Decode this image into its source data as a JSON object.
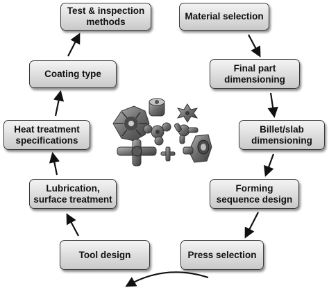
{
  "nodes": {
    "test_inspection": "Test & inspection\nmethods",
    "material_selection": "Material selection",
    "final_part": "Final part\ndimensioning",
    "billet_slab": "Billet/slab\ndimensioning",
    "forming_sequence": "Forming\nsequence design",
    "press_selection": "Press selection",
    "tool_design": "Tool design",
    "lubrication": "Lubrication,\nsurface treatment",
    "heat_treatment": "Heat treatment\nspecifications",
    "coating_type": "Coating type"
  },
  "flow_order": [
    "material_selection",
    "final_part",
    "billet_slab",
    "forming_sequence",
    "press_selection",
    "tool_design",
    "lubrication",
    "heat_treatment",
    "coating_type",
    "test_inspection"
  ],
  "center_image": "forged-metal-parts-photo",
  "colors": {
    "box_fill_top": "#f4f4f4",
    "box_fill_bottom": "#c9c9c9",
    "border": "#3a3a3a",
    "arrow": "#111111",
    "metal": "#6e6e6e"
  }
}
